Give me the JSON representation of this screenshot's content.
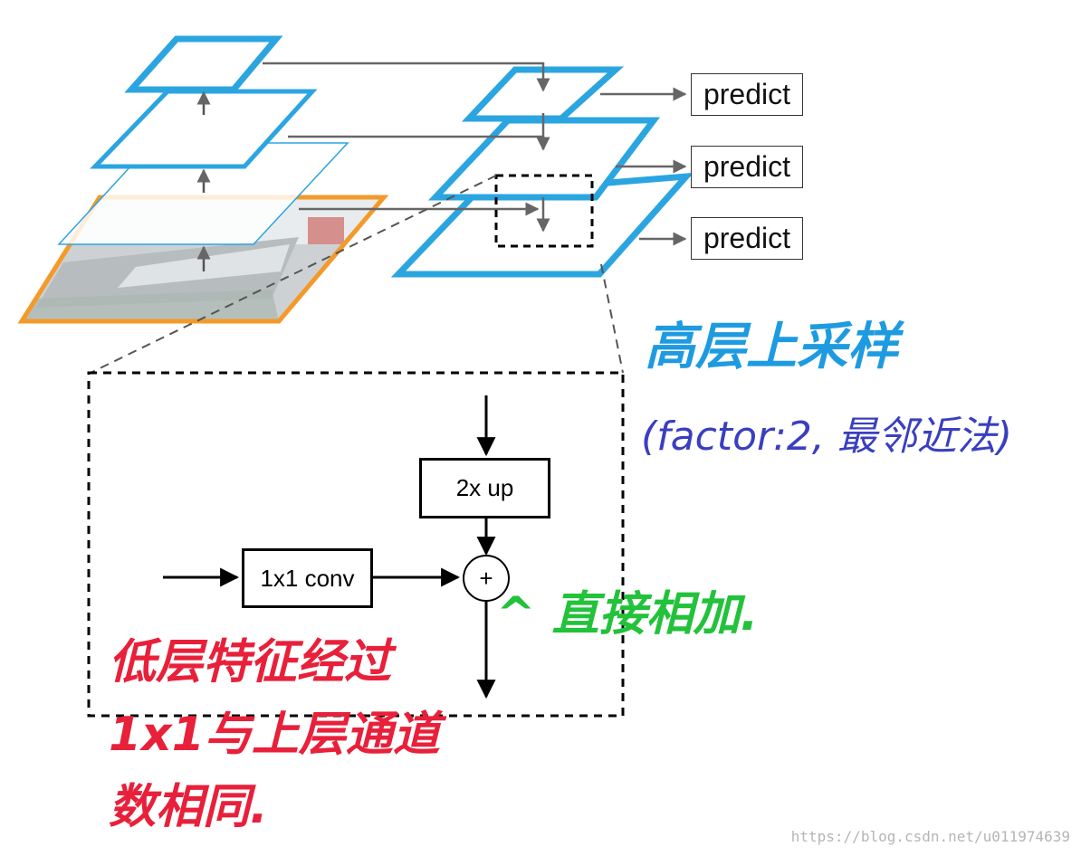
{
  "predict_labels": [
    "predict",
    "predict",
    "predict"
  ],
  "ops": {
    "upsample_label": "2x up",
    "conv_label": "1x1 conv",
    "add_symbol": "+"
  },
  "annotations": {
    "blue_line1": "高层上采样",
    "navy_line2": "(factor:2, 最邻近法)",
    "green": "^ 直接相加.",
    "red_line1": "低层特征经过",
    "red_line2": "1x1与上层通道",
    "red_line3": "数相同."
  },
  "watermark": "https://blog.csdn.net/u011974639",
  "colors": {
    "pyramid_blue": "#2ba5e0",
    "photo_orange": "#f39a2a",
    "arrow_gray": "#666666",
    "note_blue": "#1e9be0",
    "note_navy": "#3a3fc0",
    "note_green": "#22c23a",
    "note_red": "#e8203a"
  }
}
